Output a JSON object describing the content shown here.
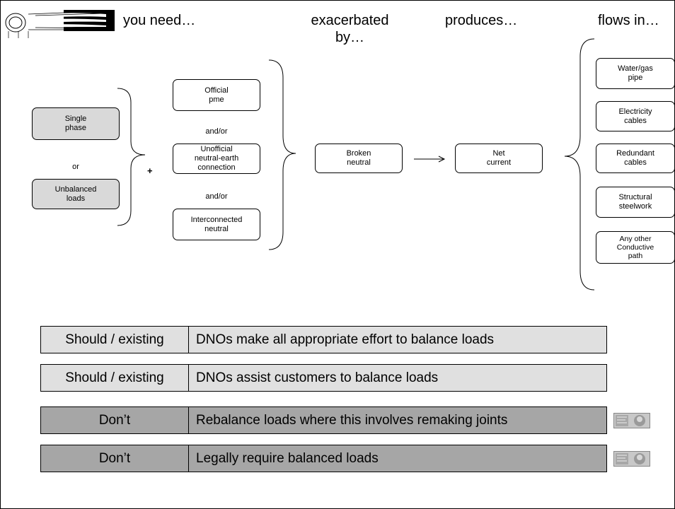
{
  "headers": {
    "you_need": "you need…",
    "exacerbated_by": "exacerbated\nby…",
    "produces": "produces…",
    "flows_in": "flows in…"
  },
  "causes": {
    "single_phase": "Single\nphase",
    "or": "or",
    "unbalanced_loads": "Unbalanced\nloads"
  },
  "plus": "+",
  "connections": {
    "official_pme": "Official\npme",
    "and_or_1": "and/or",
    "unofficial": "Unofficial\nneutral-earth\nconnection",
    "and_or_2": "and/or",
    "interconnected": "Interconnected\nneutral"
  },
  "broken_neutral": "Broken\nneutral",
  "net_current": "Net\ncurrent",
  "paths": [
    "Water/gas\npipe",
    "Electricity\ncables",
    "Redundant\ncables",
    "Structural\nsteelwork",
    "Any other\nConductive\npath"
  ],
  "actions": [
    {
      "category": "Should / existing",
      "text": "DNOs make all appropriate effort to balance loads",
      "style": "light"
    },
    {
      "category": "Should / existing",
      "text": "DNOs assist customers to balance loads",
      "style": "light"
    },
    {
      "category": "Don’t",
      "text": "Rebalance loads where this involves remaking joints",
      "style": "dark"
    },
    {
      "category": "Don’t",
      "text": "Legally require balanced loads",
      "style": "dark"
    }
  ],
  "colors": {
    "grey_box": "#d9d9d9",
    "row_light": "#e0e0e0",
    "row_dark": "#a6a6a6"
  }
}
